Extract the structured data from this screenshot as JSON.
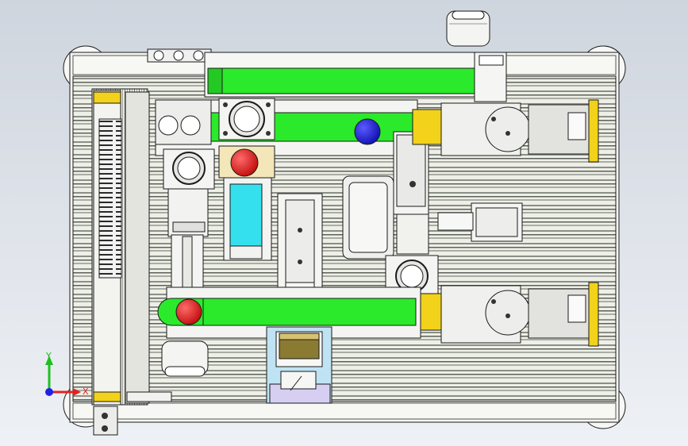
{
  "viewport": {
    "background_top": "#cfd5de",
    "background_bottom": "#eef1f5"
  },
  "colors": {
    "frame": "#f4f4f0",
    "rail_dark": "#8a8f88",
    "rail_light": "#e6e7de",
    "green": "#2bea2b",
    "yellow": "#f2d21a",
    "cyan": "#35e0ee",
    "red": "#e51919",
    "blue": "#1b1bdc",
    "lavender": "#d6cff2",
    "light_blue": "#bfe3f2",
    "steel": "#d9dadd",
    "edge": "#1a1a1a"
  },
  "triad": {
    "x_label": "X",
    "y_label": "Y",
    "x_color": "#e52020",
    "y_color": "#1fbf1f",
    "z_color": "#2020e5"
  },
  "parts": [
    {
      "name": "base-frame",
      "icon": "frame-icon"
    },
    {
      "name": "green-slide-upper",
      "icon": "slide-icon"
    },
    {
      "name": "green-slide-middle",
      "icon": "slide-icon"
    },
    {
      "name": "green-slide-lower",
      "icon": "slide-icon"
    },
    {
      "name": "gripper-right-upper",
      "icon": "gripper-icon"
    },
    {
      "name": "gripper-right-lower",
      "icon": "gripper-icon"
    },
    {
      "name": "cylinder-top",
      "icon": "cylinder-icon"
    },
    {
      "name": "cylinder-bottom",
      "icon": "cylinder-icon"
    }
  ]
}
